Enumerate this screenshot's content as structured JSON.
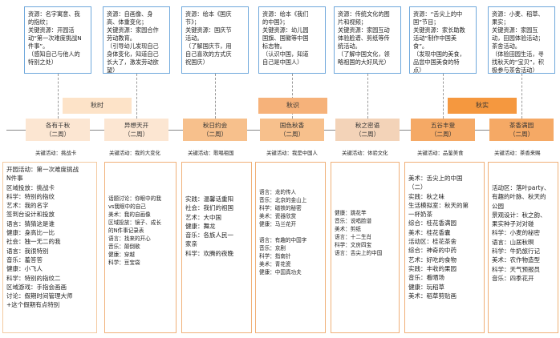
{
  "resources": [
    {
      "lines": [
        "资源：名字寓意、我",
        "的指纹；",
        "关键资源：开园活",
        "动“第一次难度挑战N",
        "件事”。",
        "（感知自己与他人的",
        "特别之处）"
      ]
    },
    {
      "lines": [
        "资源：自画像、身",
        "高、体重变化；",
        "关键资源：家园合作",
        "劳动教育。",
        "（引导幼儿发现自己",
        "身体变化，知道自己",
        "长大了，激发劳动欲",
        "望）"
      ]
    },
    {
      "lines": [
        "资源：绘本《国庆",
        "节》；",
        "关键资源：国庆节",
        "活动。",
        "（了解国庆节，用",
        "自己喜欢的方式庆",
        "祝国庆）"
      ]
    },
    {
      "lines": [
        "资源：绘本《我们",
        "的中国》；",
        "关键资源：幼儿园",
        "国旗、国徽等中国",
        "标志物。",
        "（认识中国，知道",
        "自己是中国人）"
      ]
    },
    {
      "lines": [
        "资源：传统文化的图",
        "片和视频；",
        "关键资源：家园互动",
        "体验脸谱、剪纸等传",
        "统活动。",
        "（了解中国文化，领",
        "略祖国的大好风光）"
      ]
    },
    {
      "lines": [
        "资源：“舌尖上的中",
        "国”节目；",
        "关键资源：家长助教",
        "活动“制作中国美",
        "食”。",
        "（发现中国的美食，",
        "品尝中国美食的特",
        "点）"
      ]
    },
    {
      "lines": [
        "资源：小麦、稻草、",
        "果实；",
        "关键资源：家园互",
        "动，田园体验活动；",
        "茶舍活动。",
        "（体验田园生活，寻",
        "找秋天的“宝贝”，积",
        "极参与茶舍活动）"
      ]
    }
  ],
  "phases": [
    "秋时",
    "秋识",
    "秋实"
  ],
  "nodes": [
    {
      "title": "各有千秋",
      "sub": "（二周）"
    },
    {
      "title": "异想天开",
      "sub": "（二周）"
    },
    {
      "title": "秋日约会",
      "sub": "（二周）"
    },
    {
      "title": "国色秋香",
      "sub": "（二周）"
    },
    {
      "title": "秋之密语",
      "sub": "（二周）"
    },
    {
      "title": "五谷丰登",
      "sub": "（二周）"
    },
    {
      "title": "茶香满园",
      "sub": "（二周）"
    }
  ],
  "keywords": [
    "关键活动：挑战卡",
    "关键活动：我的大变化",
    "关键活动：歌唱祖国",
    "关键活动：我是中国人",
    "关键活动：体验文化",
    "关键活动：品鉴美食",
    "关键活动：茶香来赐"
  ],
  "details": [
    [
      "开园活动：第一次难度挑战",
      "N件事",
      "区域投放：挑战卡",
      "科学：特别的指纹",
      "艺术：我的名字",
      "签到台设计和投放",
      "语言：猜猜这是谁",
      "健康：身高比一比",
      "社会：独一无二的我",
      "语言：我很特别",
      "音乐：羞答答",
      "健康：小飞人",
      "科学：特别的指纹二",
      "区域游戏：手指会画画",
      "讨论：假期时间管理大师",
      "+这个假期有点特别"
    ],
    [
      "话题讨论：你眼中的我",
      "vs我眼中的自己",
      "美术：我的自画像",
      "区域投放：镜子、成长",
      "的N件事记录表",
      "语言：找来的开心",
      "音乐：颠倒歌",
      "健康：穿越",
      "科学：豆宝袋"
    ],
    [
      "实践：温馨话重阳",
      "社会：我们的祖国",
      "艺术：大中国",
      "健康：舞龙",
      "音乐：各族人民一",
      "家亲",
      "科学：欢腾的夜晚"
    ],
    [
      "语言：龙的传人",
      "音乐：北京的金山上",
      "科学：磁铁的秘密",
      "美术：瓷器欣赏",
      "健康：马兰花开",
      "",
      "语言：有趣的中国字",
      "音乐：京剧",
      "科学：指南针",
      "美术：青花瓷",
      "健康：中国真功夫"
    ],
    [
      "健康：跳花竿",
      "音乐：说唱脸谱",
      "美术：剪纸",
      "语言：十二生肖",
      "科学：文房四宝",
      "语言：舌尖上的中国"
    ],
    [
      "美术：舌尖上的中国",
      "（二）",
      "实践：秋之味",
      "生活模拟室：秋天的第",
      "一杯奶茶",
      "综合：桂花香满园",
      "美术：桂花香囊",
      "活动区：桂花茶舍",
      "综合：神奇的中药",
      "艺术：好吃的食物",
      "实践：丰收的果园",
      "音乐：看晒场",
      "健康：玩稻草",
      "美术：稻草剪贴画"
    ],
    [
      "活动区：落叶party、",
      "有趣的叶脉、秋天的",
      "公园",
      "景观设计：秋之韵、",
      "果实种子对对碰",
      "科学：小麦的秘密",
      "语言：山居秋暝",
      "科学：牛奶旅行记",
      "美术：农作物造型",
      "科学：天气预报员",
      "音乐：四季花开"
    ]
  ]
}
